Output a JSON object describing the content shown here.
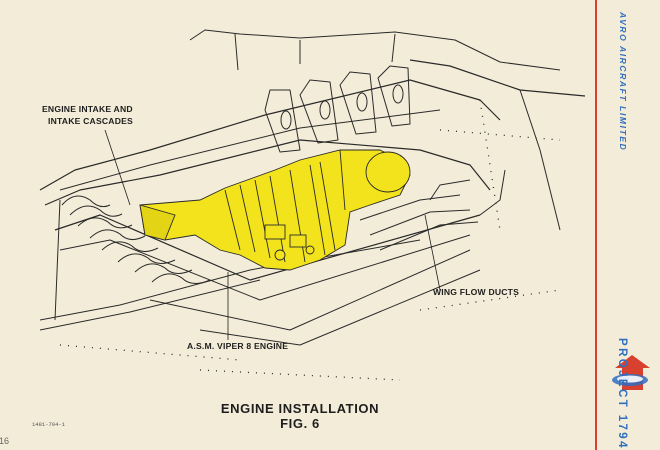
{
  "labels": {
    "intake_line1": "ENGINE INTAKE AND",
    "intake_line2": "INTAKE CASCADES",
    "wing_ducts": "WING FLOW DUCTS",
    "engine": "A.S.M. VIPER 8 ENGINE"
  },
  "caption": {
    "line1": "ENGINE INSTALLATION",
    "line2": "FIG. 6"
  },
  "margin": {
    "company": "AVRO AIRCRAFT LIMITED",
    "project": "PROJECT 1794"
  },
  "drawing_number": "1481-704-1",
  "page_number": "16",
  "colors": {
    "engine_fill": "#f2e31c",
    "paper": "#f3ecd8",
    "line": "#2a2a2a",
    "accent_blue": "#2f6fbf",
    "accent_red": "#d8402f"
  }
}
